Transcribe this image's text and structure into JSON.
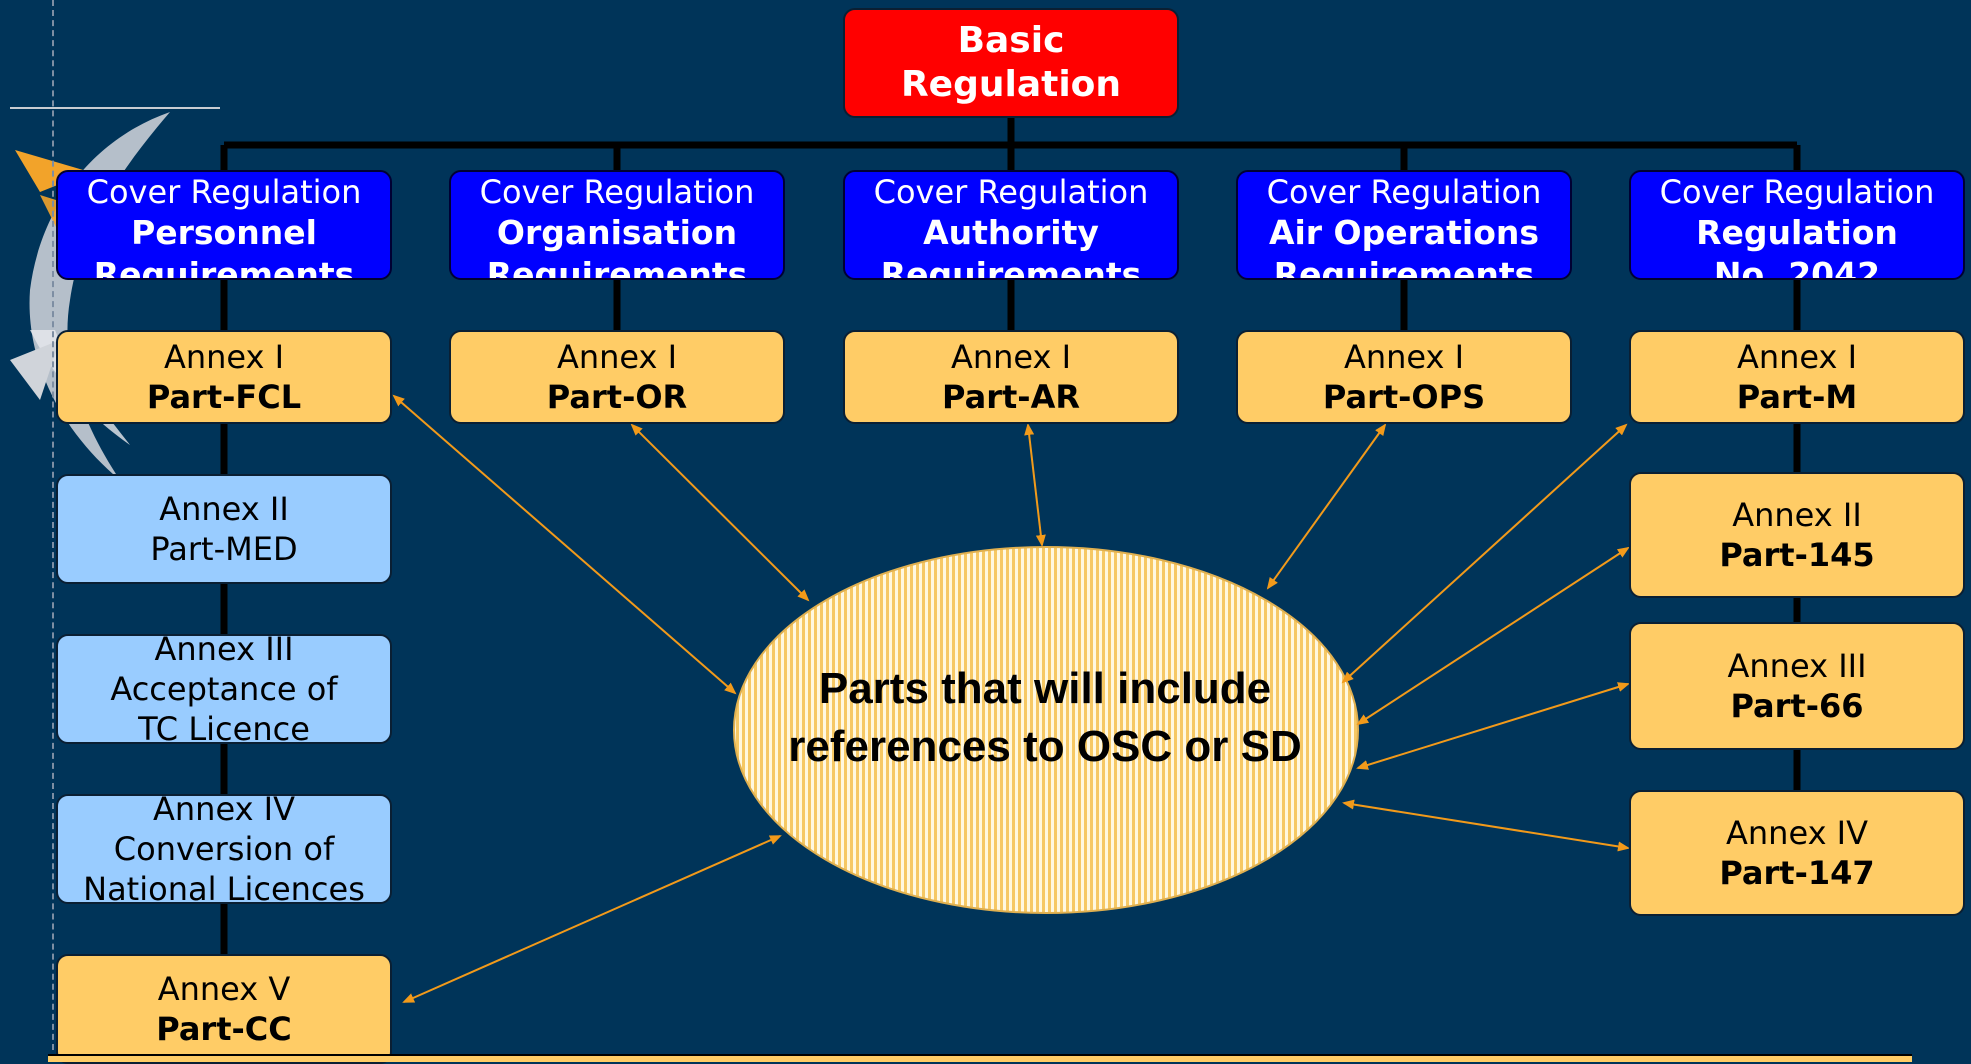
{
  "colors": {
    "background": "#003459",
    "basic": "#ff0000",
    "cover": "#0000ff",
    "annex_highlight": "#ffcc66",
    "annex_plain": "#99ccff",
    "arrow": "#f29a1a",
    "connector": "#000000"
  },
  "basic": {
    "line1": "Basic",
    "line2": "Regulation"
  },
  "covers": [
    {
      "line1": "Cover Regulation",
      "line2": "Personnel",
      "line3": "Requirements"
    },
    {
      "line1": "Cover Regulation",
      "line2": "Organisation",
      "line3": "Requirements"
    },
    {
      "line1": "Cover Regulation",
      "line2": "Authority",
      "line3": "Requirements"
    },
    {
      "line1": "Cover Regulation",
      "line2": "Air Operations",
      "line3": "Requirements"
    },
    {
      "line1": "Cover Regulation",
      "line2": "Regulation",
      "line3": "No. 2042"
    }
  ],
  "annexes": {
    "fcl": {
      "annex": "Annex I",
      "part": "Part-FCL"
    },
    "or": {
      "annex": "Annex I",
      "part": "Part-OR"
    },
    "ar": {
      "annex": "Annex I",
      "part": "Part-AR"
    },
    "ops": {
      "annex": "Annex I",
      "part": "Part-OPS"
    },
    "m": {
      "annex": "Annex I",
      "part": "Part-M"
    },
    "med": {
      "annex": "Annex II",
      "part": "Part-MED"
    },
    "tc": {
      "annex": "Annex III",
      "line2": "Acceptance of",
      "line3": "TC Licence"
    },
    "conv": {
      "annex": "Annex IV",
      "line2": "Conversion of",
      "line3": "National Licences"
    },
    "cc": {
      "annex": "Annex V",
      "part": "Part-CC"
    },
    "p145": {
      "annex": "Annex II",
      "part": "Part-145"
    },
    "p66": {
      "annex": "Annex III",
      "part": "Part-66"
    },
    "p147": {
      "annex": "Annex IV",
      "part": "Part-147"
    }
  },
  "ellipse": {
    "line1": "Parts that will include",
    "line2": "references to OSC or SD"
  }
}
